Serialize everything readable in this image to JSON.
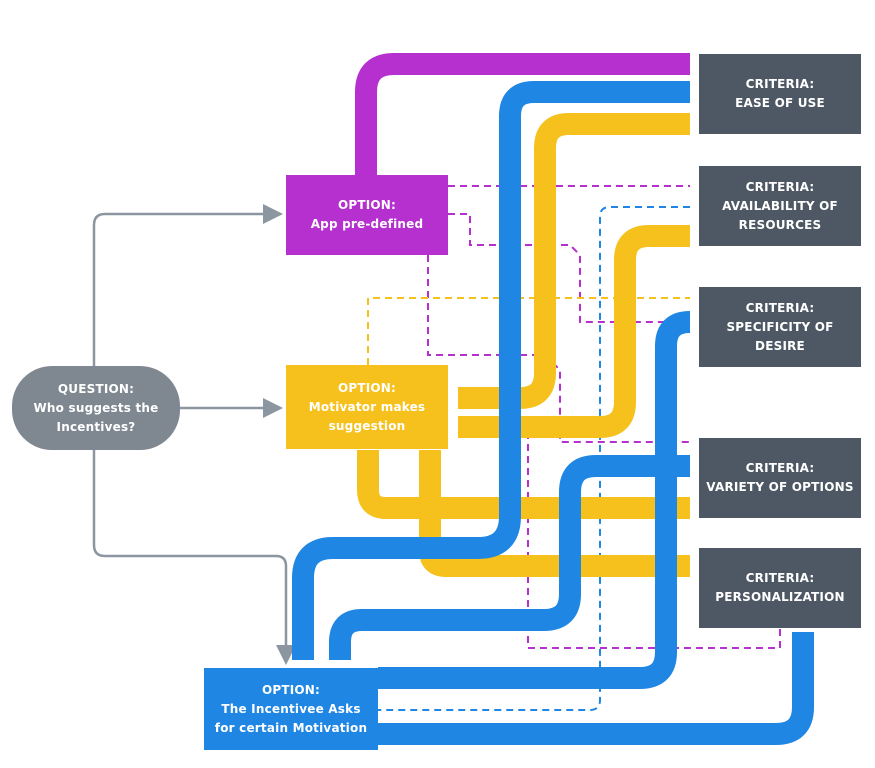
{
  "question": {
    "line1": "QUESTION:",
    "line2": "Who suggests the",
    "line3": "Incentives?"
  },
  "options": [
    {
      "id": "app",
      "line1": "OPTION:",
      "line2": "App pre-defined",
      "line3": ""
    },
    {
      "id": "motivator",
      "line1": "OPTION:",
      "line2": "Motivator makes",
      "line3": "suggestion"
    },
    {
      "id": "incentivee",
      "line1": "OPTION:",
      "line2": "The Incentivee Asks",
      "line3": "for certain Motivation"
    }
  ],
  "criteria": [
    {
      "line1": "CRITERIA:",
      "line2": "EASE OF USE",
      "line3": ""
    },
    {
      "line1": "CRITERIA:",
      "line2": "AVAILABILITY OF",
      "line3": "RESOURCES"
    },
    {
      "line1": "CRITERIA:",
      "line2": "SPECIFICITY OF",
      "line3": "DESIRE"
    },
    {
      "line1": "CRITERIA:",
      "line2": "VARIETY OF OPTIONS",
      "line3": ""
    },
    {
      "line1": "CRITERIA:",
      "line2": "PERSONALIZATION",
      "line3": ""
    }
  ],
  "colors": {
    "purple": "#b530cf",
    "yellow": "#f6c11d",
    "blue": "#1f86e3",
    "criteria_box": "#4d5864",
    "question_box": "#7f8891",
    "connector_gray": "#8c96a0"
  }
}
